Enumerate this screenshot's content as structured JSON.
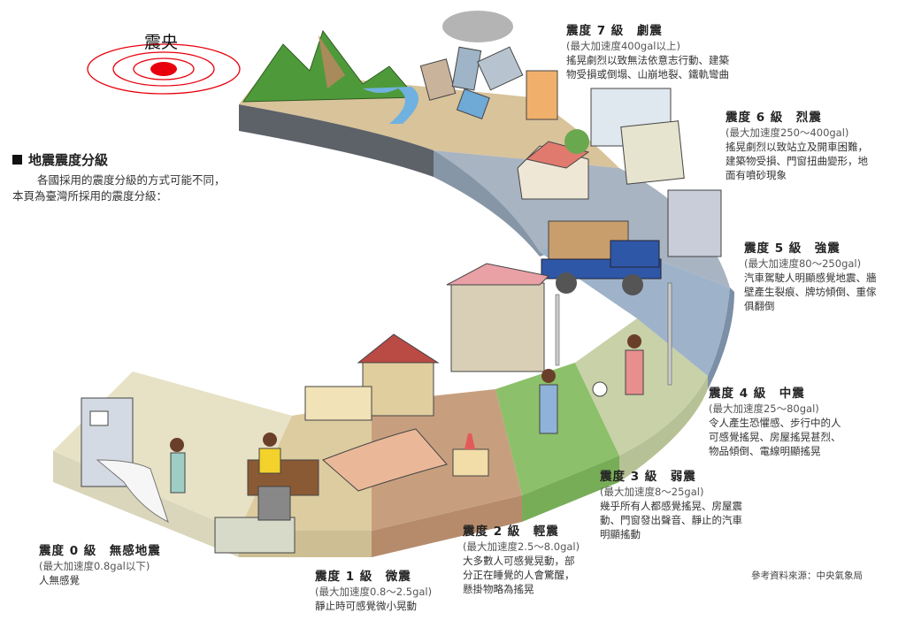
{
  "epicenter": {
    "label": "震央",
    "color": "#e8000c"
  },
  "header": {
    "title": "地震震度分級",
    "intro": [
      "各國採用的震度分級的方式可能不同，",
      "本頁為臺灣所採用的震度分級："
    ]
  },
  "levels": [
    {
      "level": 0,
      "title": "震度 0 級　無感地震",
      "accel": "(最大加速度0.8gal以下)",
      "desc": [
        "人無感覺"
      ],
      "band_color": "#e7e2c6"
    },
    {
      "level": 1,
      "title": "震度 1 級　微震",
      "accel": "(最大加速度0.8～2.5gal)",
      "desc": [
        "靜止時可感覺微小晃動"
      ],
      "band_color": "#dccca0"
    },
    {
      "level": 2,
      "title": "震度 2 級　輕震",
      "accel": "(最大加速度2.5～8.0gal)",
      "desc": [
        "大多數人可感覺晃動，部",
        "分正在睡覺的人會驚醒，",
        "懸掛物略為搖晃"
      ],
      "band_color": "#c79f7f"
    },
    {
      "level": 3,
      "title": "震度 3 級　弱震",
      "accel": "(最大加速度8～25gal)",
      "desc": [
        "幾乎所有人都感覺搖晃、房屋震",
        "動、門窗發出聲音、靜止的汽車",
        "明顯搖動"
      ],
      "band_color": "#8cc06a"
    },
    {
      "level": 4,
      "title": "震度 4 級　中震",
      "accel": "(最大加速度25～80gal)",
      "desc": [
        "令人產生恐懼感、步行中的人",
        "可感覺搖晃、房屋搖晃甚烈、",
        "物品傾倒、電線明顯搖晃"
      ],
      "band_color": "#c8d1a8"
    },
    {
      "level": 5,
      "title": "震度 5 級　強震",
      "accel": "(最大加速度80～250gal)",
      "desc": [
        "汽車駕駛人明顯感覺地震、牆",
        "壁產生裂痕、牌坊傾倒、重傢",
        "俱翻倒"
      ],
      "band_color": "#9eb3c9"
    },
    {
      "level": 6,
      "title": "震度 6 級　烈震",
      "accel": "(最大加速度250～400gal)",
      "desc": [
        "搖晃劇烈以致站立及開車困難，",
        "建築物受損、門窗扭曲變形，地",
        "面有噴砂現象"
      ],
      "band_color": "#a9b4c2"
    },
    {
      "level": 7,
      "title": "震度 7 級　劇震",
      "accel": "(最大加速度400gal以上)",
      "desc": [
        "搖晃劇烈以致無法依意志行動、建築",
        "物受損或倒塌、山崩地裂、鐵軌彎曲"
      ],
      "band_color": "#d8c39a"
    }
  ],
  "source": "參考資料來源：中央氣象局"
}
